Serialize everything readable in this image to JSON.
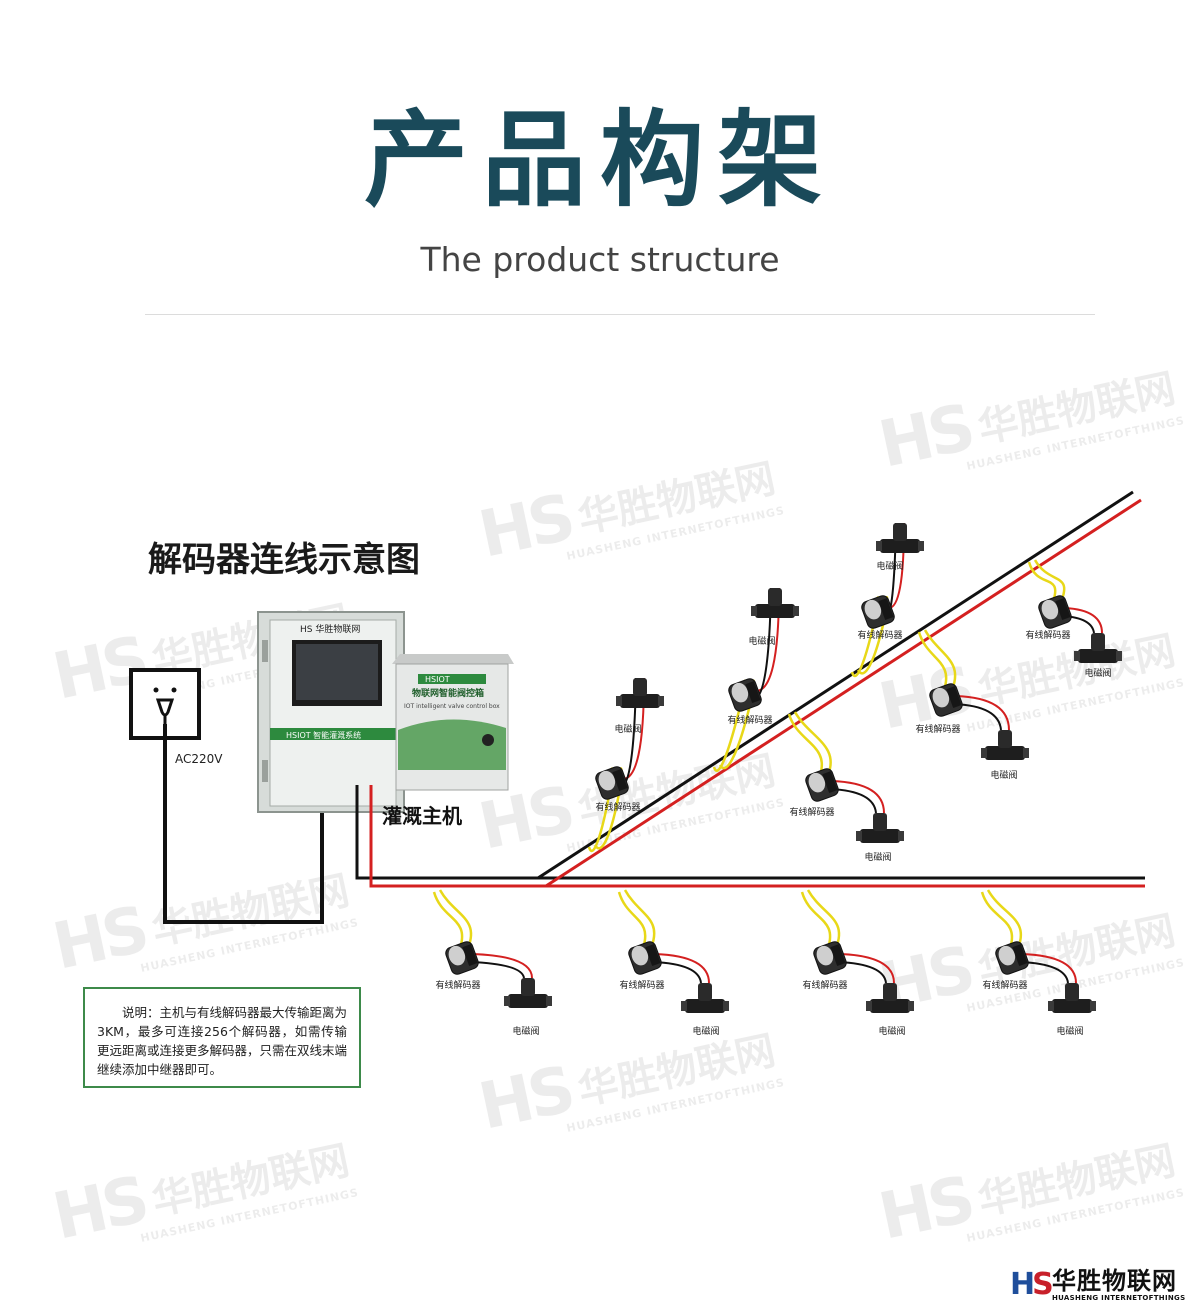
{
  "header": {
    "title": "产品构架",
    "subtitle": "The product structure"
  },
  "diagram": {
    "title": "解码器连线示意图",
    "power_label": "AC220V",
    "host_label": "灌溉主机",
    "control_panel_text": "HSIOT 智能灌溉系统",
    "control_box_brand": "HSIOT",
    "control_box_title": "物联网智能阀控箱",
    "control_box_sub": "IOT intelligent valve control box",
    "decoder_label": "有线解码器",
    "valve_label": "电磁阀",
    "note": "说明：主机与有线解码器最大传输距离为3KM，最多可连接256个解码器，如需传输更远距离或连接更多解码器，只需在双线末端继续添加中继器即可。"
  },
  "watermark": {
    "cn": "华胜物联网",
    "en": "HUASHENG INTERNETOFTHINGS"
  },
  "footer": {
    "logo_cn": "华胜物联网",
    "logo_en": "HUASHENG INTERNETOFTHINGS"
  },
  "colors": {
    "title": "#1a4a5a",
    "wire_black": "#111111",
    "wire_red": "#d42020",
    "wire_yellow": "#e8d818",
    "note_border": "#3d8a4a"
  }
}
